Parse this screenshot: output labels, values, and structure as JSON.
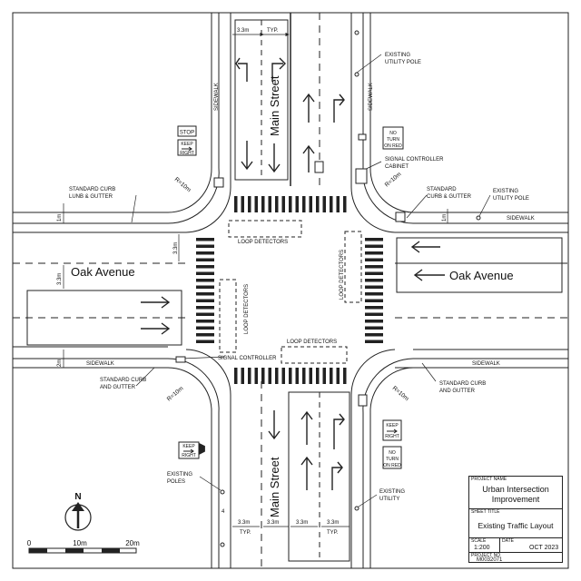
{
  "streets": {
    "north_south": "Main Street",
    "east_west": "Oak Avenue"
  },
  "labels": {
    "sidewalk": "SIDEWALK",
    "loop_detectors": "LOOP DETECTORS",
    "signal_controller": "SIGNAL CONTROLLER",
    "signal_controller_cabinet_1": "SIGNAL CONTROLLER",
    "signal_controller_cabinet_2": "CABINET",
    "existing_utility_pole_1": "EXISTING",
    "existing_utility_pole_2": "UTILITY POLE",
    "std_curb_lunb_1": "STANDARD CURB",
    "std_curb_lunb_2": "LUNB & GUTTER",
    "std_curb_gutter_ne_1": "STANDARD",
    "std_curb_gutter_ne_2": "CURB & GUTTER",
    "std_curb_and_gutter_1": "STANDARD CURB",
    "std_curb_and_gutter_2": "AND GUTTER",
    "existing_poles_1": "EXISTING",
    "existing_poles_2": "POLES",
    "existing_utility_1": "EXISTING",
    "existing_utility_2": "UTILITY",
    "radius": "R=10m"
  },
  "signs": {
    "stop": "STOP",
    "keep": "KEEP",
    "right": "RIGHT",
    "no": "NO",
    "turn": "TURN",
    "on_red": "ON RED"
  },
  "dimensions": {
    "lane": "3.3m",
    "typ": "TYP.",
    "one_m": "1m",
    "two_m": "2m",
    "four": "4"
  },
  "north_arrow": {
    "label": "N"
  },
  "scale_bar": {
    "labels": [
      "0",
      "10m",
      "20m"
    ]
  },
  "title_block": {
    "project_name_label": "PROJECT NAME",
    "project_name_1": "Urban Intersection",
    "project_name_2": "Improvement",
    "sheet_title_label": "SHEET TITLE",
    "sheet_title": "Existing Traffic Layout",
    "scale_label": "SCALE",
    "scale": "1:200",
    "date_label": "DATE",
    "date": "OCT 2023",
    "project_no_label": "PROJECT NO",
    "project_no": "M0032071"
  },
  "colors": {
    "line": "#222222"
  }
}
